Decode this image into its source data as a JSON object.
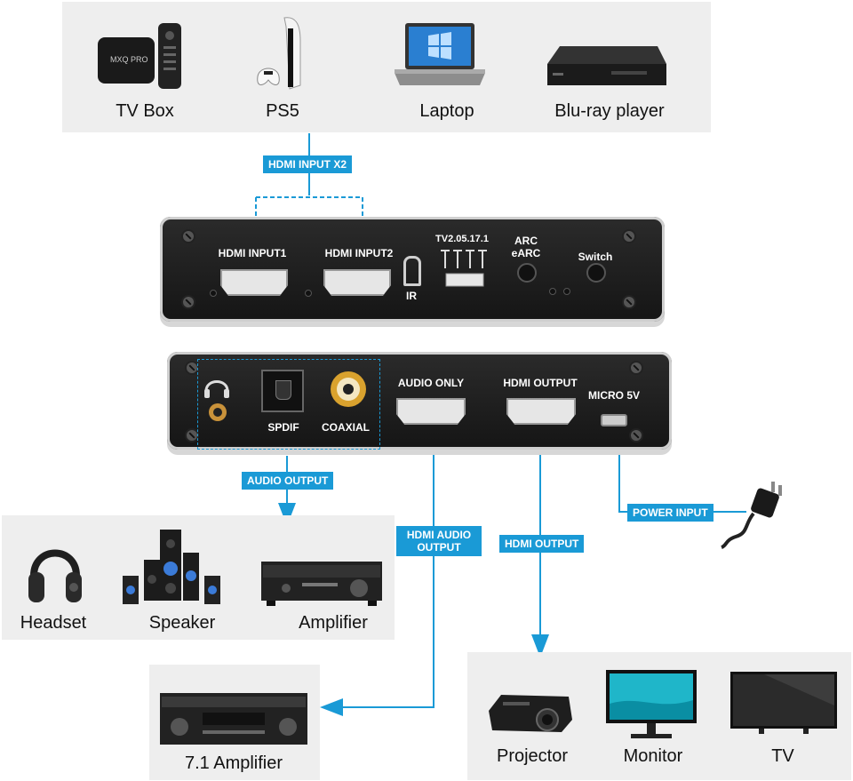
{
  "sources": {
    "devices": [
      {
        "label": "TV Box",
        "icon": "tv-box-icon"
      },
      {
        "label": "PS5",
        "icon": "ps5-icon"
      },
      {
        "label": "Laptop",
        "icon": "laptop-icon"
      },
      {
        "label": "Blu-ray player",
        "icon": "bluray-player-icon"
      }
    ],
    "tag": "HDMI INPUT X2"
  },
  "front_panel": {
    "hdmi_input1": "HDMI INPUT1",
    "hdmi_input2": "HDMI INPUT2",
    "ir": "IR",
    "dip_label": "TV2.05.17.1",
    "arc": "ARC",
    "earc": "eARC",
    "switch": "Switch"
  },
  "rear_panel": {
    "spdif": "SPDIF",
    "coaxial": "COAXIAL",
    "audio_only": "AUDIO ONLY",
    "hdmi_output": "HDMI OUTPUT",
    "micro5v": "MICRO 5V"
  },
  "tags": {
    "audio_output": "AUDIO OUTPUT",
    "hdmi_audio_output_line1": "HDMI AUDIO",
    "hdmi_audio_output_line2": "OUTPUT",
    "hdmi_output": "HDMI OUTPUT",
    "power_input": "POWER INPUT"
  },
  "audio_devices": [
    {
      "label": "Headset",
      "icon": "headset-icon"
    },
    {
      "label": "Speaker",
      "icon": "speaker-icon"
    },
    {
      "label": "Amplifier",
      "icon": "amplifier-icon"
    }
  ],
  "amp71": {
    "label": "7.1 Amplifier",
    "icon": "amplifier-7-1-icon"
  },
  "display_devices": [
    {
      "label": "Projector",
      "icon": "projector-icon"
    },
    {
      "label": "Monitor",
      "icon": "monitor-icon"
    },
    {
      "label": "TV",
      "icon": "tv-icon"
    }
  ],
  "colors": {
    "accent": "#1a9ad6",
    "panel": "#eeeeee",
    "unit": "#1e1e1e"
  }
}
